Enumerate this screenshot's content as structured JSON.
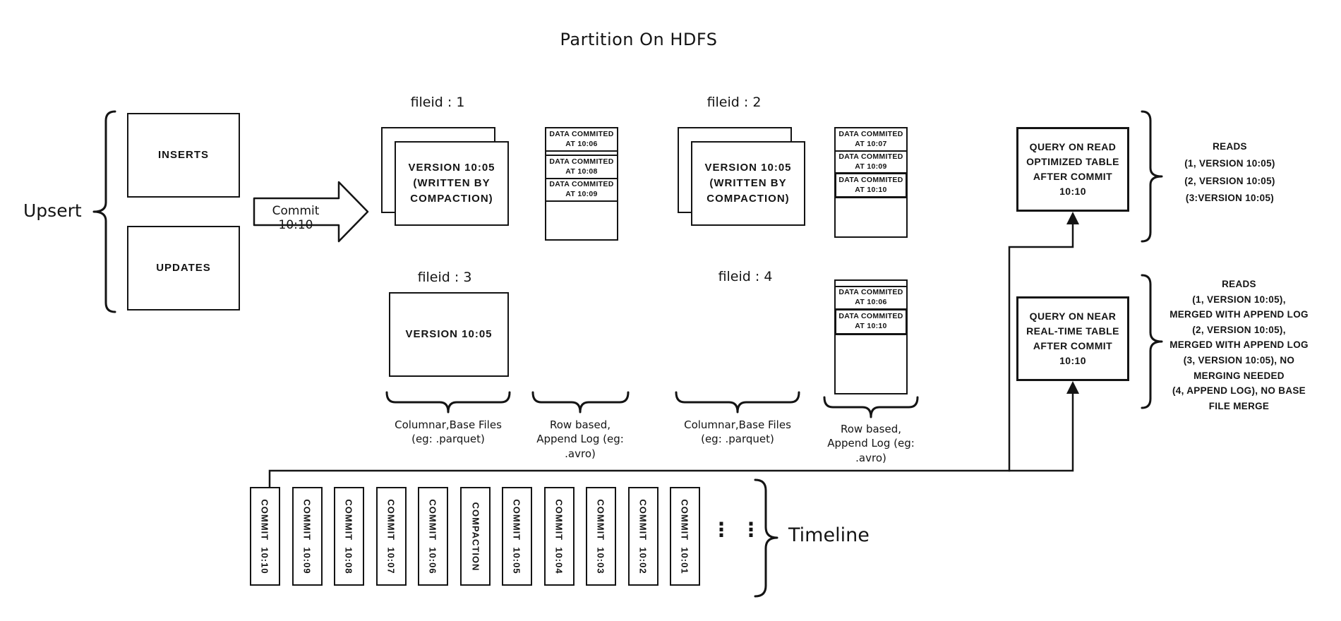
{
  "title": "Partition On HDFS",
  "upsert": {
    "label": "Upsert",
    "inserts": "INSERTS",
    "updates": "UPDATES"
  },
  "commit_arrow": {
    "label": "Commit 10:10"
  },
  "filegroups": {
    "fg1": {
      "label": "fileid : 1",
      "base": "VERSION 10:05\n(WRITTEN BY\nCOMPACTION)",
      "log": [
        "DATA COMMITED\nAT 10:06",
        "DATA COMMITED\nAT 10:08",
        "DATA COMMITED\nAT 10:09"
      ]
    },
    "fg2": {
      "label": "fileid : 2",
      "base": "VERSION 10:05\n(WRITTEN BY\nCOMPACTION)",
      "log": [
        "DATA COMMITED\nAT 10:07",
        "DATA COMMITED\nAT 10:09",
        "DATA COMMITED\nAT 10:10"
      ]
    },
    "fg3": {
      "label": "fileid : 3",
      "base": "VERSION 10:05"
    },
    "fg4": {
      "label": "fileid : 4",
      "log": [
        "DATA COMMITED\nAT 10:06",
        "DATA COMMITED\nAT 10:10"
      ]
    }
  },
  "legend": {
    "columnar": "Columnar,Base Files\n(eg: .parquet)",
    "row_based": "Row based,\nAppend Log  (eg:\n.avro)"
  },
  "queries": {
    "read_optimized": {
      "box": "QUERY ON READ\nOPTIMIZED TABLE\nAFTER COMMIT\n10:10",
      "reads": "READS\n(1, VERSION 10:05)\n(2, VERSION 10:05)\n(3:VERSION 10:05)"
    },
    "near_realtime": {
      "box": "QUERY ON NEAR\nREAL-TIME TABLE\nAFTER COMMIT\n10:10",
      "reads": "READS\n(1, VERSION 10:05),\nMERGED WITH APPEND LOG\n(2, VERSION 10:05),\nMERGED WITH APPEND LOG\n(3, VERSION 10:05), NO\nMERGING NEEDED\n(4, APPEND LOG), NO BASE\nFILE MERGE"
    }
  },
  "timeline": {
    "label": "Timeline",
    "ellipsis": "⋮",
    "items": [
      "COMMIT  10:10",
      "COMMIT  10:09",
      "COMMIT  10:08",
      "COMMIT  10:07",
      "COMMIT  10:06",
      "COMPACTION",
      "COMMIT  10:05",
      "COMMIT  10:04",
      "COMMIT  10:03",
      "COMMIT  10:02",
      "COMMIT  10:01"
    ]
  }
}
